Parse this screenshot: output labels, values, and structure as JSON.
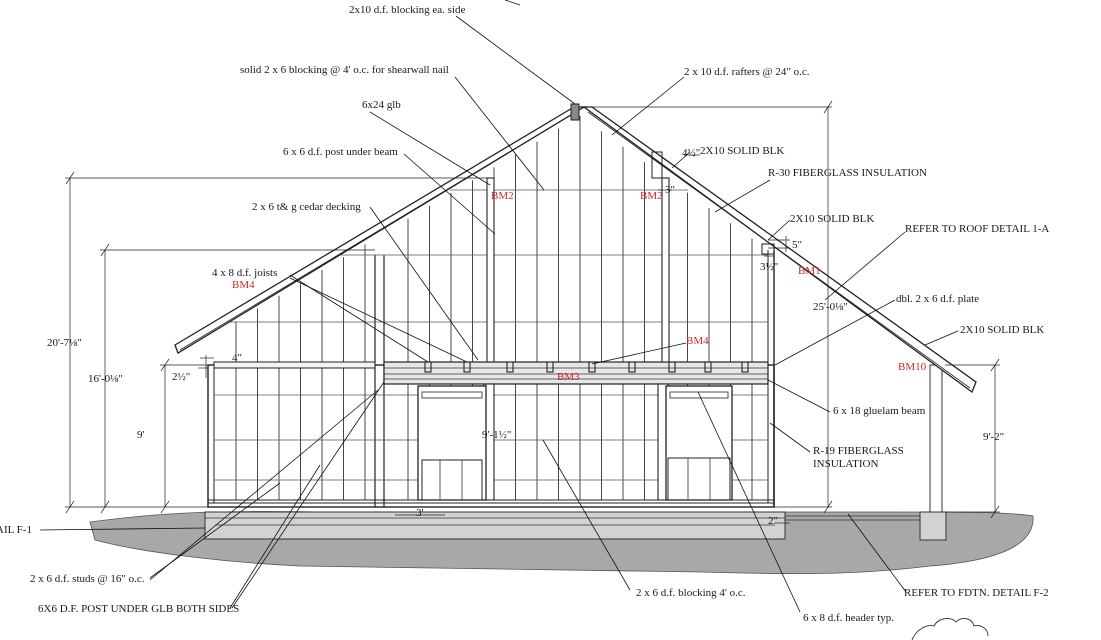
{
  "colors": {
    "ink": "#1a1a1a",
    "beam_tag": "#cc2a2a",
    "ground": "#a8a8a8",
    "concrete": "#d2d2d2"
  },
  "callouts": {
    "blocking_each_side": "2x10 d.f. blocking ea. side",
    "rafters": "2 x 10 d.f. rafters @ 24\" o.c.",
    "shearwall_blocking": "solid 2 x 6 blocking @ 4' o.c. for shearwall nail",
    "glb": "6x24 glb",
    "post_under_beam": "6 x 6 d.f. post under beam",
    "solid_blk_top": "2X10 SOLID BLK",
    "r30": "R-30 FIBERGLASS INSULATION",
    "cedar_decking": "2 x 6 t& g cedar decking",
    "solid_blk_mid": "2X10 SOLID BLK",
    "roof_detail": "REFER TO ROOF DETAIL 1-A",
    "joists": "4 x 8 d.f. joists",
    "dbl_plate": "dbl. 2 x 6 d.f. plate",
    "solid_blk_right": "2X10 SOLID BLK",
    "gluelam": "6 x 18 gluelam beam",
    "r19_line1": "R-19 FIBERGLASS",
    "r19_line2": "INSULATION",
    "detail_f1": "AIL F-1",
    "studs": "2 x 6 d.f. studs @ 16\" o.c.",
    "post_under_glb": "6X6 D.F. POST UNDER GLB BOTH SIDES",
    "blocking_4oc": "2 x 6 d.f. blocking 4' o.c.",
    "header": "6 x 8 d.f. header typ.",
    "fdtn_detail": "REFER TO FDTN. DETAIL F-2"
  },
  "beam_tags": {
    "bm2_left": "BM2",
    "bm2_right": "BM2",
    "bm1": "BM1",
    "bm4_left": "BM4",
    "bm4_center": "BM4",
    "bm3": "BM3",
    "bm10": "BM10"
  },
  "dimensions": {
    "overall_height": "20'-7⅛\"",
    "wall_height_left": "16'-0⅛\"",
    "plate_left": "9'",
    "window_height": "9'-1½\"",
    "ridge_height": "25'-0⅛\"",
    "right_height": "9'-2\"",
    "ridge_block": "4½\"",
    "block_3": "3\"",
    "block_5": "5\"",
    "block_3_5": "3½\"",
    "eave_4": "4\"",
    "eave_2": "2½\"",
    "base_3": "3'",
    "base_2": "2\""
  }
}
